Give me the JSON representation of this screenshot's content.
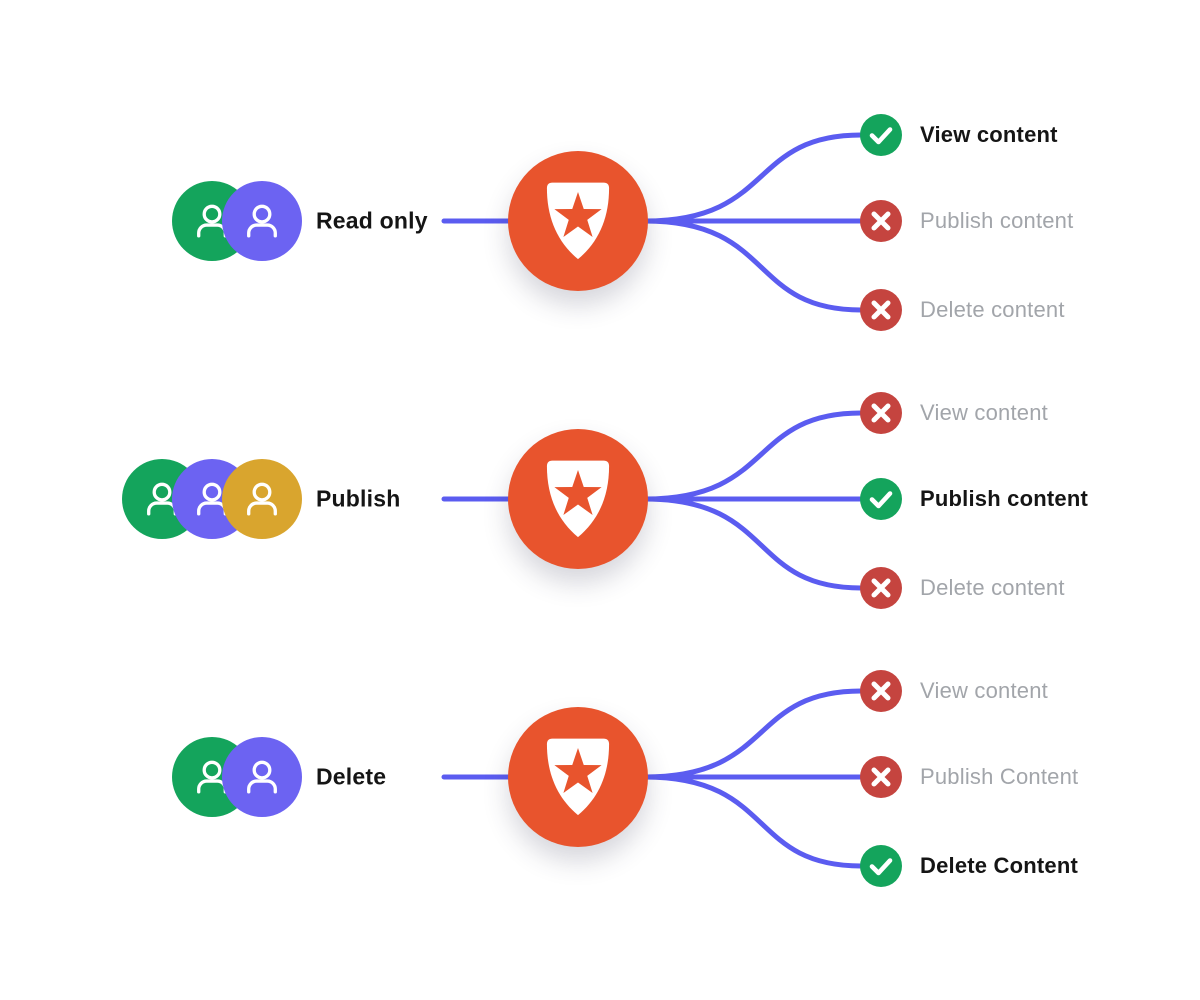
{
  "diagram": {
    "colors": {
      "background": "#FFFFFF",
      "node_orange": "#E8542D",
      "connector_indigo": "#5B5CF0",
      "allow_green": "#14A45C",
      "deny_red": "#C5443F",
      "avatar_green": "#14A45C",
      "avatar_purple": "#6C63F2",
      "avatar_gold": "#D9A52E",
      "text_dark": "#151515",
      "text_gray": "#A2A5AA"
    },
    "icons": {
      "identity_node": "auth0-shield-icon",
      "user_avatar": "user-icon",
      "allowed": "check-icon",
      "denied": "x-icon"
    },
    "rows": [
      {
        "role": "Read only",
        "avatars": [
          "green",
          "purple"
        ],
        "permissions": [
          {
            "label": "View content",
            "allowed": true
          },
          {
            "label": "Publish content",
            "allowed": false
          },
          {
            "label": "Delete content",
            "allowed": false
          }
        ]
      },
      {
        "role": "Publish",
        "avatars": [
          "green",
          "purple",
          "gold"
        ],
        "permissions": [
          {
            "label": "View content",
            "allowed": false
          },
          {
            "label": "Publish content",
            "allowed": true
          },
          {
            "label": "Delete content",
            "allowed": false
          }
        ]
      },
      {
        "role": "Delete",
        "avatars": [
          "green",
          "purple"
        ],
        "permissions": [
          {
            "label": "View content",
            "allowed": false
          },
          {
            "label": "Publish Content",
            "allowed": false
          },
          {
            "label": "Delete Content",
            "allowed": true
          }
        ]
      }
    ]
  }
}
